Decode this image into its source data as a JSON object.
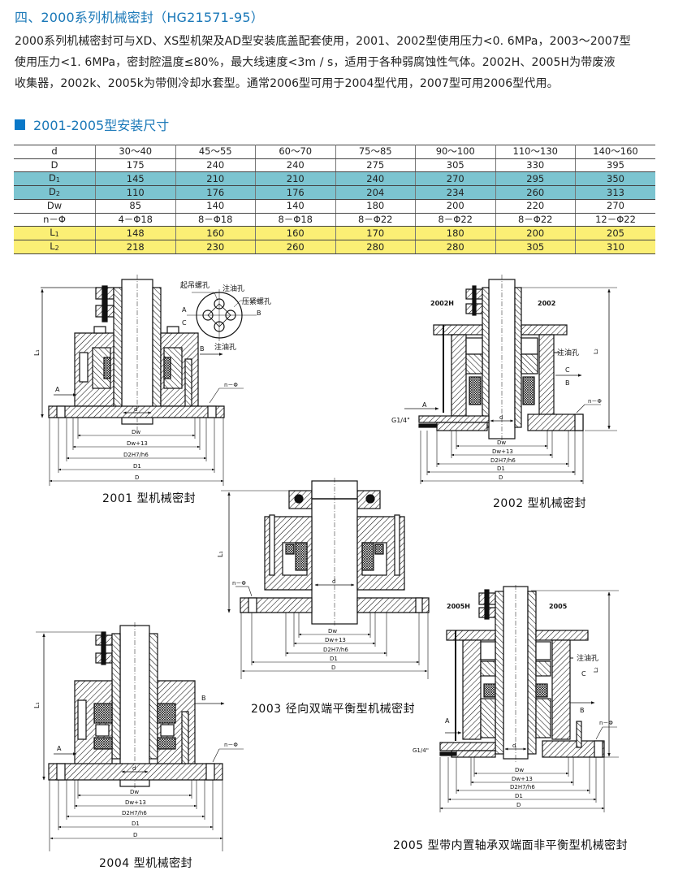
{
  "heading": "四、2000系列机械密封（HG21571-95）",
  "intro": [
    "2000系列机械密封可与XD、XS型机架及AD型安装底盖配套使用，2001、2002型使用压力<0. 6MPa，2003～2007型",
    "使用压力<1. 6MPa，密封腔温度≤80%，最大线速度<3m / s，适用于各种弱腐蚀性气体。2002H、2005H为带废液",
    "收集器，2002k、2005k为带侧冷却水套型。通常2006型可用于2004型代用，2007型可用2006型代用。"
  ],
  "subheading": "2001-2005型安装尺寸",
  "accent_color": "#1a78b8",
  "table": {
    "rows": [
      {
        "label": "d",
        "sub": "",
        "style": "white",
        "values": [
          "30～40",
          "45～55",
          "60～70",
          "75～85",
          "90～100",
          "110～130",
          "140～160"
        ]
      },
      {
        "label": "D",
        "sub": "",
        "style": "white",
        "values": [
          "175",
          "240",
          "240",
          "275",
          "305",
          "330",
          "395"
        ]
      },
      {
        "label": "D",
        "sub": "1",
        "style": "cyan",
        "values": [
          "145",
          "210",
          "210",
          "240",
          "270",
          "295",
          "350"
        ]
      },
      {
        "label": "D",
        "sub": "2",
        "style": "cyan",
        "values": [
          "110",
          "176",
          "176",
          "204",
          "234",
          "260",
          "313"
        ]
      },
      {
        "label": "Dw",
        "sub": "",
        "style": "white",
        "values": [
          "85",
          "140",
          "140",
          "180",
          "200",
          "220",
          "270"
        ]
      },
      {
        "label": "n－Φ",
        "sub": "",
        "style": "white",
        "values": [
          "4－Φ18",
          "8－Φ18",
          "8－Φ18",
          "8－Φ22",
          "8－Φ22",
          "8－Φ22",
          "12－Φ22"
        ]
      },
      {
        "label": "L",
        "sub": "1",
        "style": "yellow",
        "values": [
          "148",
          "160",
          "160",
          "170",
          "180",
          "200",
          "205"
        ]
      },
      {
        "label": "L",
        "sub": "2",
        "style": "yellow",
        "values": [
          "218",
          "230",
          "260",
          "280",
          "280",
          "305",
          "310"
        ]
      }
    ],
    "row_colors": {
      "cyan": "#7cc4d0",
      "yellow": "#fbef75"
    }
  },
  "drawings": {
    "d2001": {
      "caption": "2001 型机械密封",
      "labels": {
        "lift_hole": "起吊螺孔",
        "oil_hole_top": "注油孔",
        "press_hole": "压紧螺孔",
        "oil_hole_bottom": "注油孔",
        "A": "A",
        "B": "B",
        "C": "C",
        "B2": "B",
        "L": "L₁",
        "n": "n－Φ",
        "d": "d",
        "Dw": "Dw",
        "Dw13": "Dw+13",
        "D2": "D2H7/h6",
        "D1": "D1",
        "D": "D"
      }
    },
    "d2002": {
      "caption": "2002 型机械密封",
      "labels": {
        "left_variant": "2002H",
        "right_variant": "2002",
        "oil_hole": "注油孔",
        "C": "C",
        "B": "B",
        "A": "A",
        "G": "G1/4\"",
        "L": "L₂",
        "n": "n－Φ",
        "d": "d",
        "Dw": "Dw",
        "Dw13": "Dw+13",
        "D2": "D2H7/h6",
        "D1": "D1",
        "D": "D"
      }
    },
    "d2003": {
      "caption": "2003 径向双端平衡型机械密封",
      "labels": {
        "L": "L₁",
        "n": "n－Φ",
        "d": "d",
        "Dw": "Dw",
        "Dw13": "Dw+13",
        "D2": "D2H7/h6",
        "D1": "D1",
        "D": "D"
      }
    },
    "d2004": {
      "caption": "2004 型机械密封",
      "labels": {
        "A": "A",
        "B": "B",
        "L": "L₁",
        "n": "n－Φ",
        "d": "d",
        "Dw": "Dw",
        "Dw13": "Dw+13",
        "D2": "D2H7/h6",
        "D1": "D1",
        "D": "D"
      }
    },
    "d2005": {
      "caption": "2005 型带内置轴承双端面非平衡型机械密封",
      "labels": {
        "left_variant": "2005H",
        "right_variant": "2005",
        "oil_hole": "注油孔",
        "C": "C",
        "B": "B",
        "A": "A",
        "G": "G1/4\"",
        "L": "L₂",
        "n": "n－Φ",
        "d": "d",
        "Dw": "Dw",
        "Dw13": "Dw+13",
        "D2": "D2H7/h6",
        "D1": "D1",
        "D": "D"
      }
    }
  }
}
